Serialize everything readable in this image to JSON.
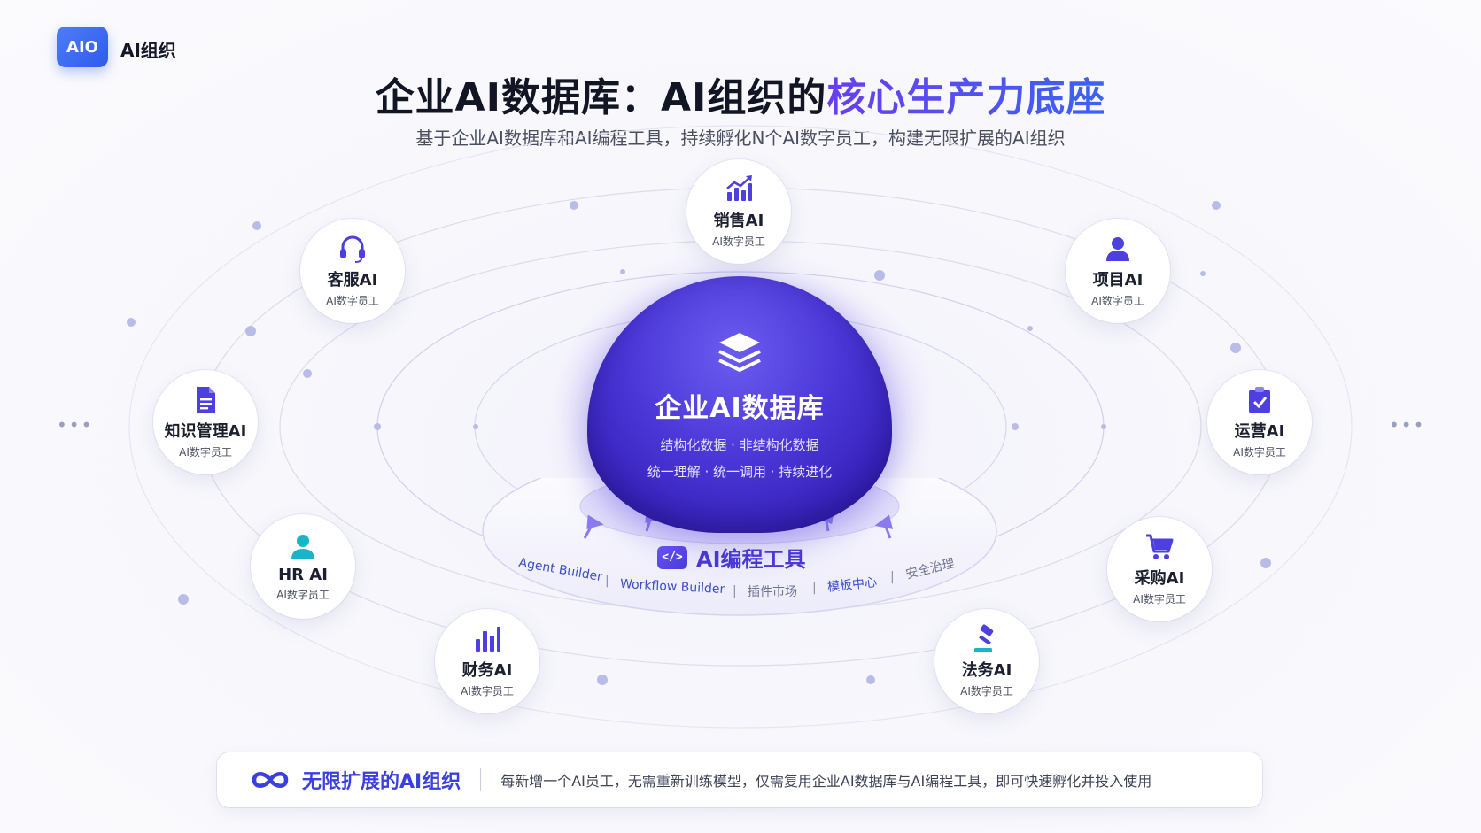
{
  "logo": {
    "mark": "AIO",
    "name": "AI组织"
  },
  "header": {
    "title_main": "企业AI数据库：AI组织的",
    "title_highlight": "核心生产力底座",
    "subtitle": "基于企业AI数据库和AI编程工具，持续孵化N个AI数字员工，构建无限扩展的AI组织"
  },
  "core": {
    "icon": "layers-icon",
    "title": "企业AI数据库",
    "line1": "结构化数据 · 非结构化数据",
    "line2": "统一理解 · 统一调用 · 持续进化"
  },
  "platform": {
    "badge": "</>",
    "title": "AI编程工具",
    "items": [
      "Agent Builder",
      "Workflow Builder",
      "插件市场",
      "模板中心",
      "安全治理"
    ],
    "separator": "|"
  },
  "nodes": [
    {
      "id": "sales",
      "title": "销售AI",
      "sub": "AI数字员工",
      "icon": "chart-growth-icon"
    },
    {
      "id": "service",
      "title": "客服AI",
      "sub": "AI数字员工",
      "icon": "headset-icon"
    },
    {
      "id": "project",
      "title": "项目AI",
      "sub": "AI数字员工",
      "icon": "user-icon"
    },
    {
      "id": "knowledge",
      "title": "知识管理AI",
      "sub": "AI数字员工",
      "icon": "document-icon"
    },
    {
      "id": "operation",
      "title": "运营AI",
      "sub": "AI数字员工",
      "icon": "clipboard-check-icon"
    },
    {
      "id": "hr",
      "title": "HR AI",
      "sub": "AI数字员工",
      "icon": "person-icon"
    },
    {
      "id": "purchase",
      "title": "采购AI",
      "sub": "AI数字员工",
      "icon": "cart-icon"
    },
    {
      "id": "finance",
      "title": "财务AI",
      "sub": "AI数字员工",
      "icon": "bar-chart-icon"
    },
    {
      "id": "legal",
      "title": "法务AI",
      "sub": "AI数字员工",
      "icon": "gavel-icon"
    }
  ],
  "side_dots": "•••",
  "footer": {
    "icon": "infinity-icon",
    "title": "无限扩展的AI组织",
    "text": "每新增一个AI员工，无需重新训练模型，仅需复用企业AI数据库与AI编程工具，即可快速孵化并投入使用"
  },
  "colors": {
    "primary": "#4a36d6",
    "accent": "#3b63f5",
    "teal": "#16b6c8"
  }
}
